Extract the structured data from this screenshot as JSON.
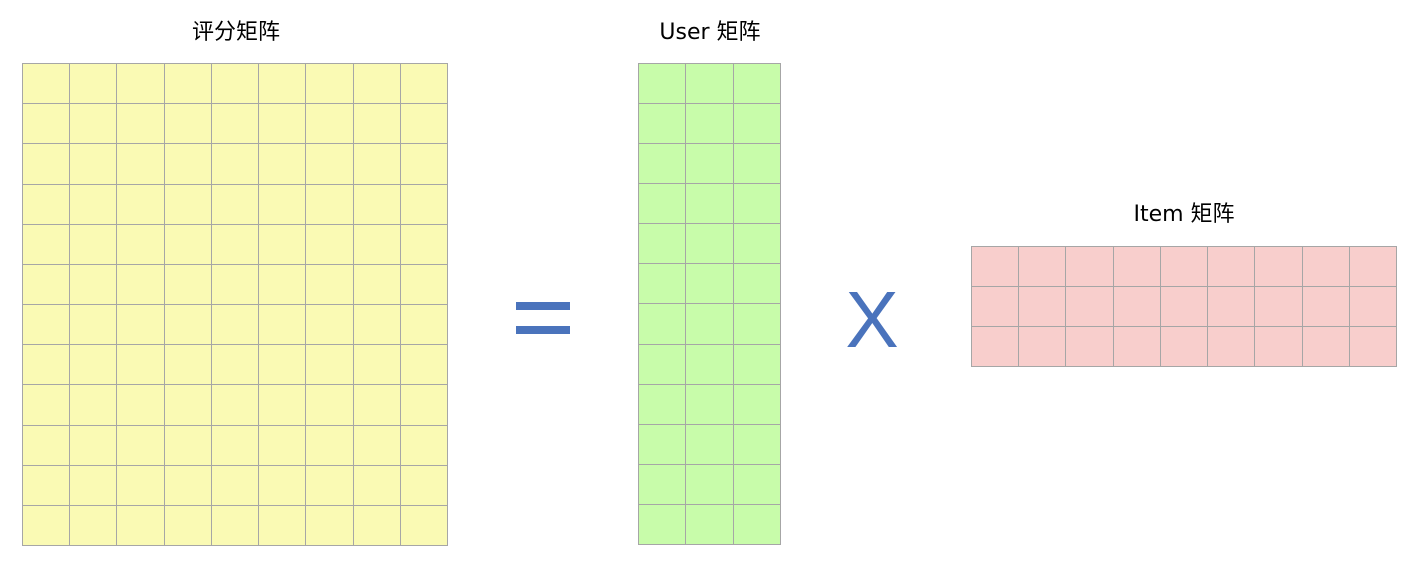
{
  "titles": {
    "rating": "评分矩阵",
    "user": "User 矩阵",
    "item": "Item 矩阵"
  },
  "operators": {
    "multiply": "X"
  },
  "matrices": {
    "rating": {
      "rows": 12,
      "cols": 9
    },
    "user": {
      "rows": 12,
      "cols": 3
    },
    "item": {
      "rows": 3,
      "cols": 9
    }
  },
  "colors": {
    "rating_fill": "#fafab4",
    "user_fill": "#c8fcaa",
    "item_fill": "#f8cecc",
    "operator": "#4a73bc"
  }
}
